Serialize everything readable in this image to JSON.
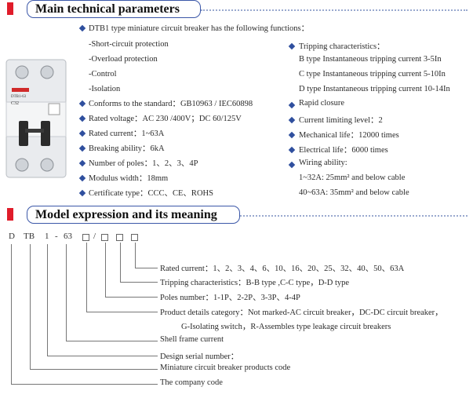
{
  "section1": {
    "title": "Main technical parameters",
    "intro": "DTB1 type miniature circuit breaker has the following functions：",
    "functions": [
      "-Short-circuit protection",
      "-Overload protection",
      "-Control",
      "-Isolation"
    ],
    "left_params": [
      "Conforms to the standard：GB10963 / IEC60898",
      "Rated voltage：AC 230 /400V；DC 60/125V",
      "Rated current：1~63A",
      "Breaking ability：6kA",
      "Number of poles：1、2、3、4P",
      "Modulus width：18mm",
      "Certificate type：CCC、CE、ROHS"
    ],
    "tripping_title": "Tripping characteristics：",
    "tripping_lines": [
      "B type Instantaneous tripping current 3-5In",
      "C type Instantaneous tripping current 5-10In",
      "D type Instantaneous tripping current 10-14In"
    ],
    "right_params": [
      "Rapid closure",
      "Current limiting level：2",
      "Mechanical life：12000 times",
      "Electrical life：6000 times",
      "Wiring ability:"
    ],
    "wiring_lines": [
      "1~32A: 25mm² and below cable",
      "40~63A: 35mm² and below cable"
    ],
    "product_label": "DTB1-63",
    "product_rating": "C32"
  },
  "section2": {
    "title": "Model expression and its meaning",
    "code": {
      "d": "D",
      "tb": "TB",
      "one": "1",
      "dash": "-",
      "rating": "63",
      "slash": "/"
    },
    "meanings": [
      "Rated current：1、2、3、4、6、10、16、20、25、32、40、50、63A",
      "Tripping characteristics：B-B type ,C-C type，D-D type",
      "Poles number：1-1P、2-2P、3-3P、4-4P",
      "Product details category：Not marked-AC circuit breaker，DC-DC circuit breaker，",
      "G-Isolating switch，R-Assembles type leakage circuit breakers",
      "Shell frame current",
      "Design serial number：",
      "Miniature circuit breaker products code",
      "The company code"
    ]
  },
  "colors": {
    "accent_red": "#e01c2a",
    "accent_blue": "#2f4f9e",
    "box_border": "#3b57a8"
  }
}
